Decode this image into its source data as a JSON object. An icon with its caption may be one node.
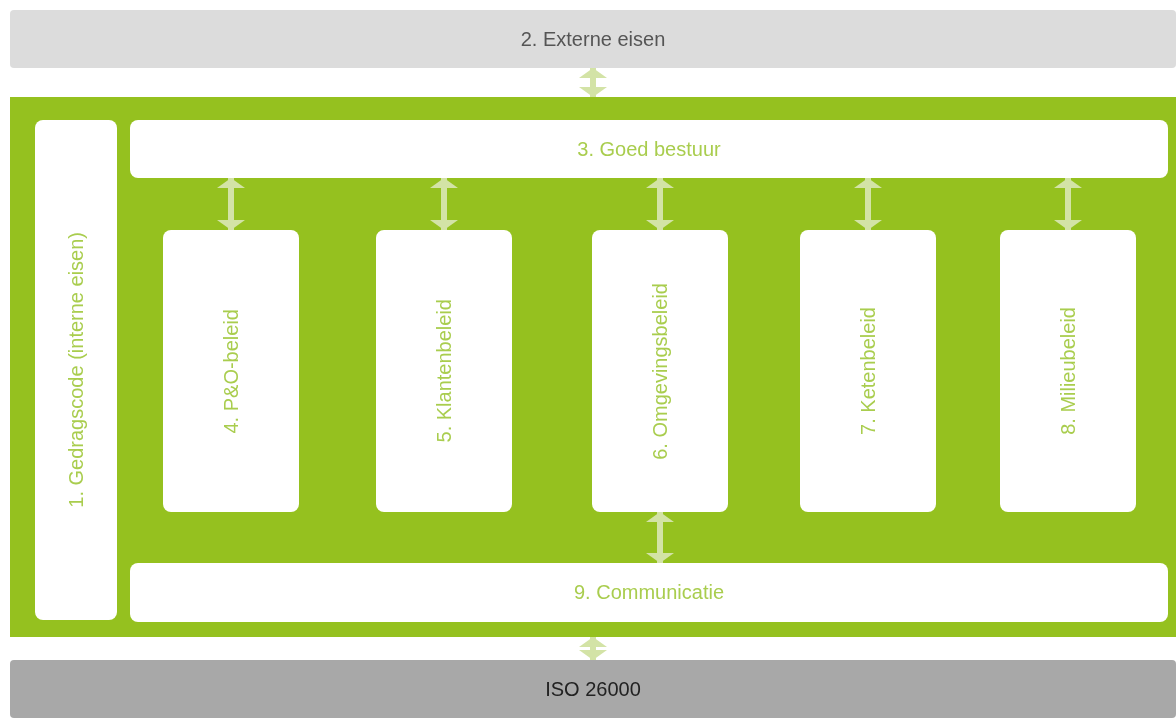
{
  "diagram": {
    "nodes": [
      {
        "text": [
          "2. Externe eisen"
        ]
      },
      {
        "text": [],
        "shape": "box"
      },
      {
        "text": [
          "1. Gedragscode (interne eisen)"
        ],
        "in": 1
      },
      {
        "text": [
          "3. Goed bestuur"
        ],
        "in": 1
      },
      {
        "text": [
          "4. P&O-beleid"
        ],
        "in": 1
      },
      {
        "text": [
          "5. Klantenbeleid"
        ],
        "in": 1
      },
      {
        "text": [
          "6. Omgevingsbeleid"
        ],
        "in": 1
      },
      {
        "text": [
          "7. Ketenbeleid"
        ],
        "in": 1
      },
      {
        "text": [
          "8. Milieubeleid"
        ],
        "in": 1
      },
      {
        "text": [
          "9. Communicatie"
        ],
        "in": 1
      },
      {
        "text": [
          "ISO 26000"
        ]
      }
    ],
    "edges": [
      {
        "from": 0,
        "to": 1,
        "arrow": "both"
      },
      {
        "from": 3,
        "to": 4,
        "arrow": "both"
      },
      {
        "from": 3,
        "to": 5,
        "arrow": "both"
      },
      {
        "from": 3,
        "to": 6,
        "arrow": "both"
      },
      {
        "from": 3,
        "to": 7,
        "arrow": "both"
      },
      {
        "from": 3,
        "to": 8,
        "arrow": "both"
      },
      {
        "from": 6,
        "to": 9,
        "arrow": "both"
      },
      {
        "from": 1,
        "to": 10,
        "arrow": "both"
      }
    ]
  }
}
